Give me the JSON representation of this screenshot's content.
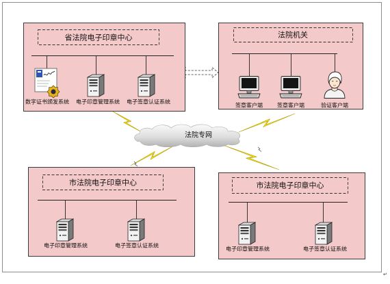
{
  "colors": {
    "box_fill": "#f4c9c9",
    "box_border": "#3a3a3a",
    "lightning": "#f4e21a",
    "cloud": "#d9d9d9",
    "certificate_blue": "#2f55b0",
    "seal_gold": "#e3b21c"
  },
  "provincial_center": {
    "title": "省法院电子印章中心",
    "systems": [
      {
        "label": "数字证书颁发系统",
        "icon": "certificate-icon"
      },
      {
        "label": "电子印章管理系统",
        "icon": "server-icon"
      },
      {
        "label": "电子签章认证系统",
        "icon": "server-icon"
      }
    ]
  },
  "court_office": {
    "title": "法院机关",
    "clients": [
      {
        "label": "签章客户端",
        "icon": "computer-icon"
      },
      {
        "label": "签章客户端",
        "icon": "computer-icon"
      },
      {
        "label": "验证客户端",
        "icon": "user-icon"
      }
    ]
  },
  "connections": {
    "top_link_icon": "dashed-double-arrow-icon",
    "network_link_icon": "lightning-icon"
  },
  "network": {
    "label": "法院专网",
    "icon": "cloud-icon"
  },
  "city_center_left": {
    "title": "市法院电子印章中心",
    "systems": [
      {
        "label": "电子印章管理系统",
        "icon": "server-icon"
      },
      {
        "label": "电子签章认证系统",
        "icon": "server-icon"
      }
    ]
  },
  "city_center_right": {
    "title": "市法院电子印章中心",
    "systems": [
      {
        "label": "电子印章管理系统",
        "icon": "server-icon"
      },
      {
        "label": "电子签章认证系统",
        "icon": "server-icon"
      }
    ]
  },
  "corner_mark": "↵"
}
